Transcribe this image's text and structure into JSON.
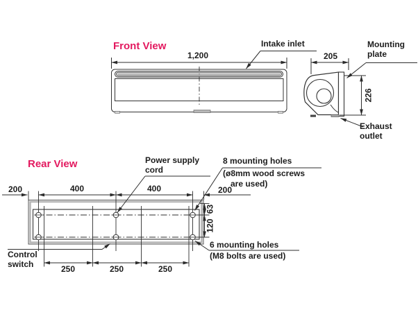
{
  "accent_color": "#e3195f",
  "front_view": {
    "title": "Front View",
    "width_dim": "1,200",
    "intake_label": "Intake inlet"
  },
  "side_view": {
    "depth_dim": "205",
    "height_dim": "226",
    "mounting_plate_label": "Mounting plate",
    "exhaust_label": "Exhaust outlet"
  },
  "rear_view": {
    "title": "Rear View",
    "left_margin_dim": "200",
    "span_dims": [
      "400",
      "400"
    ],
    "right_margin_dim": "200",
    "top_offset_dim": "63",
    "row_pitch_dim": "120",
    "bottom_pitch_dims": [
      "250",
      "250",
      "250"
    ],
    "power_cord_label": "Power supply cord",
    "wood_screw_label": "8 mounting holes",
    "wood_screw_note_line1": "(ø8mm wood screws",
    "wood_screw_note_line2": "are used)",
    "bolt_label": "6 mounting holes",
    "bolt_note": "(M8 bolts are used)",
    "control_switch_label": "Control switch"
  }
}
